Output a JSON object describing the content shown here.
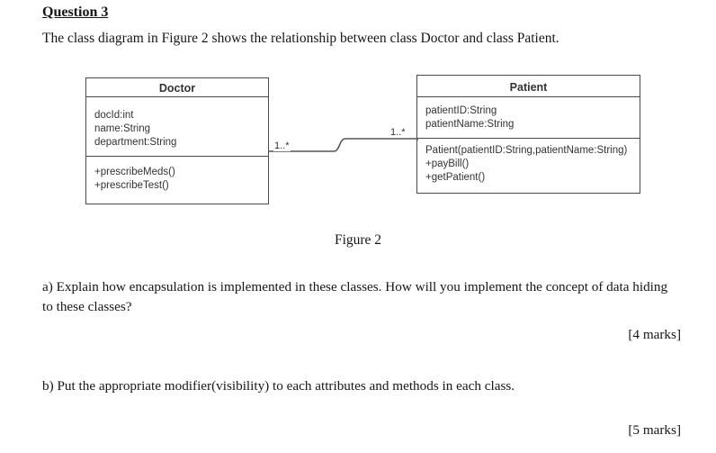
{
  "page": {
    "title": "Question 3",
    "intro": "The class diagram in Figure 2 shows the relationship between class Doctor and class Patient.",
    "figure_caption": "Figure 2",
    "question_a": "a) Explain how encapsulation is implemented in these classes. How will you implement the concept of data hiding to these classes?",
    "marks_a": "[4 marks]",
    "question_b": "b) Put the appropriate modifier(visibility) to each attributes and methods in each class.",
    "marks_b": "[5 marks]"
  },
  "diagram": {
    "doctor": {
      "name": "Doctor",
      "attributes": [
        "docId:int",
        "name:String",
        "department:String"
      ],
      "methods": [
        "+prescribeMeds()",
        "+prescribeTest()"
      ]
    },
    "patient": {
      "name": "Patient",
      "attributes": [
        "patientID:String",
        "patientName:String"
      ],
      "methods": [
        "Patient(patientID:String,patientName:String)",
        "+payBill()",
        "+getPatient()"
      ]
    },
    "association": {
      "doctor_multiplicity": "1..*",
      "patient_multiplicity": "1..*"
    }
  },
  "colors": {
    "line": "#555555",
    "text": "#161616",
    "diagram_text": "#333333"
  }
}
